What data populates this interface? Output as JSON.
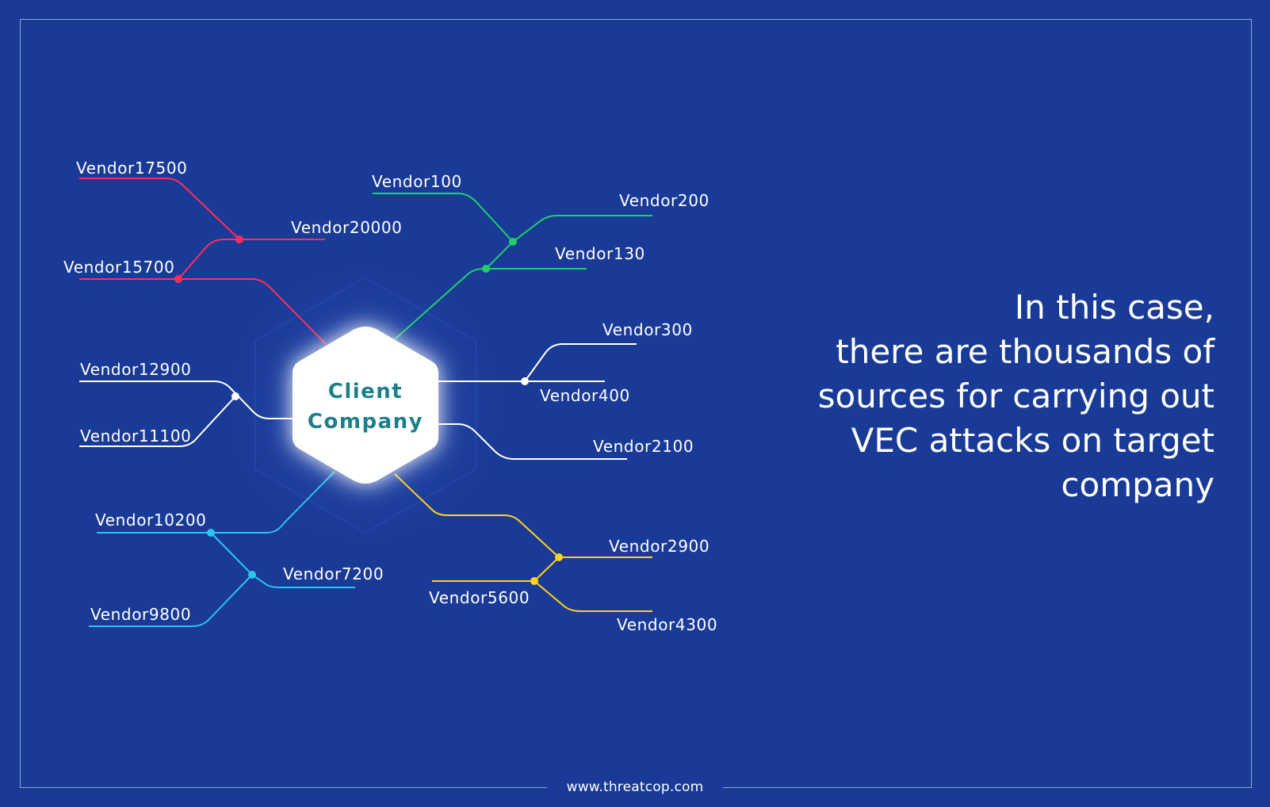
{
  "center": {
    "line1": "Client",
    "line2": "Company"
  },
  "headline": {
    "lines": [
      "In this case,",
      "there are thousands of",
      "sources for carrying out",
      "VEC attacks on target",
      "company"
    ]
  },
  "footer": {
    "url": "www.threatcop.com"
  },
  "vendors": {
    "v17500": "Vendor17500",
    "v20000": "Vendor20000",
    "v15700": "Vendor15700",
    "v100": "Vendor100",
    "v200": "Vendor200",
    "v130": "Vendor130",
    "v300": "Vendor300",
    "v400": "Vendor400",
    "v2100": "Vendor2100",
    "v12900": "Vendor12900",
    "v11100": "Vendor11100",
    "v10200": "Vendor10200",
    "v7200": "Vendor7200",
    "v9800": "Vendor9800",
    "v2900": "Vendor2900",
    "v5600": "Vendor5600",
    "v4300": "Vendor4300"
  },
  "colors": {
    "background": "#193a96",
    "red": "#ff2d5c",
    "green": "#1fd16a",
    "white": "#ffffff",
    "cyan": "#2cc4f0",
    "yellow": "#ffd21c",
    "center_text": "#1e7f8c"
  }
}
